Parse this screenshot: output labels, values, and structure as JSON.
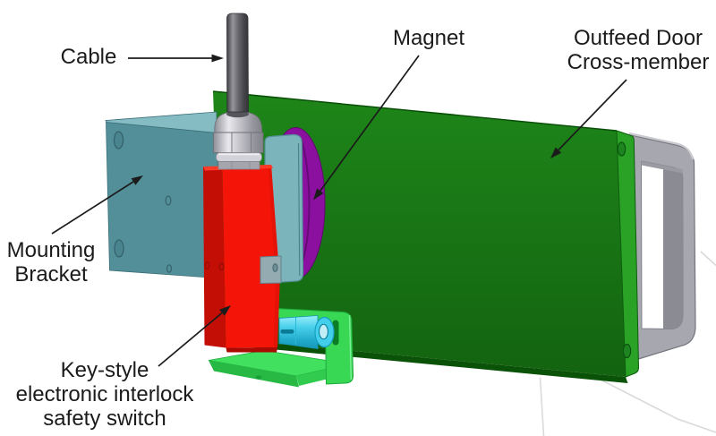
{
  "figure": {
    "type": "technical-illustration",
    "description": "CAD-style illustration of a key-style electronic interlock safety switch assembly on an outfeed door cross-member",
    "background": "#ffffff"
  },
  "labels": {
    "cable": "Cable",
    "magnet": "Magnet",
    "outfeed_door": "Outfeed Door\nCross-member",
    "mounting_bracket": "Mounting\nBracket",
    "safety_switch": "Key-style\nelectronic interlock\nsafety switch"
  },
  "colors": {
    "cross_member_green": "#1d8419",
    "cross_member_end_green": "#2aa226",
    "mounting_bracket_teal": "#538f99",
    "switch_bracket_teal": "#7cb4bc",
    "switch_red": "#f41408",
    "magnet_purple": "#8c10a0",
    "key_cyan": "#43cfec",
    "key_bracket_green": "#38d754",
    "handle_gray": "#a7a7af",
    "cable_gray": "#5d5d63",
    "gland_silver": "#c2c2c8",
    "label_text": "#1b1b1b",
    "hidden_line_gray": "#dadada"
  }
}
